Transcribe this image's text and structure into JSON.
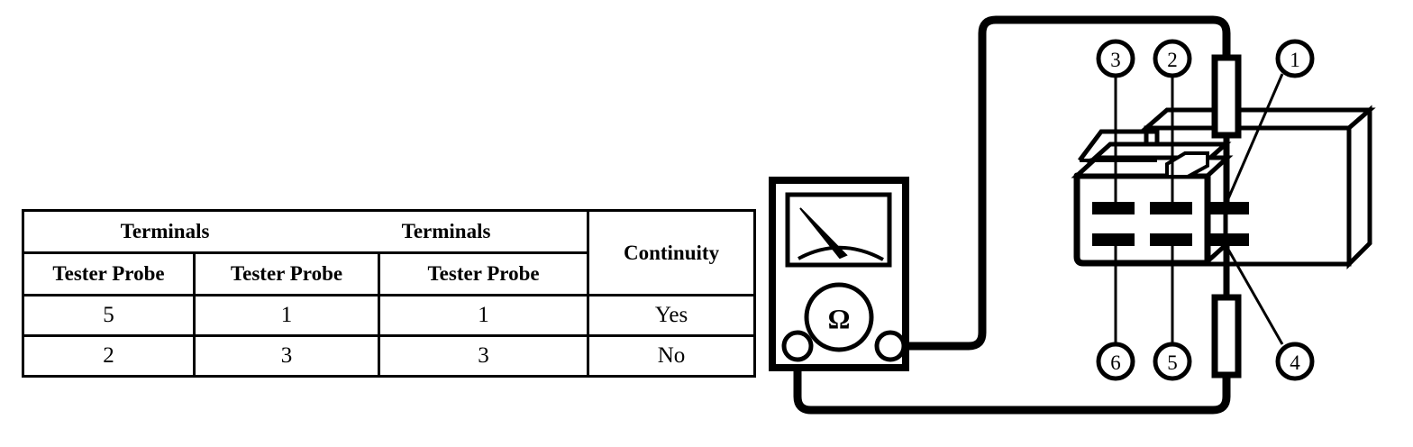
{
  "table": {
    "group_headers": [
      "Terminals",
      "Terminals"
    ],
    "continuity_header": "Continuity",
    "sub_headers": [
      "Tester Probe",
      "Tester Probe",
      "Tester Probe"
    ],
    "rows": [
      {
        "probe_a": "5",
        "probe_b": "1",
        "probe_c": "1",
        "continuity": "Yes"
      },
      {
        "probe_a": "2",
        "probe_b": "3",
        "probe_c": "3",
        "continuity": "No"
      }
    ]
  },
  "meter": {
    "name": "analog-multimeter",
    "dial_symbol": "Ω",
    "jacks": [
      "negative-jack",
      "positive-jack"
    ]
  },
  "connector": {
    "name": "six-pin-connector",
    "terminal_callouts_top": [
      "3",
      "2",
      "1"
    ],
    "terminal_callouts_bottom": [
      "6",
      "5",
      "4"
    ],
    "probe_contacts": [
      "1",
      "4"
    ]
  },
  "colors": {
    "line": "#000000",
    "fill": "#ffffff"
  }
}
